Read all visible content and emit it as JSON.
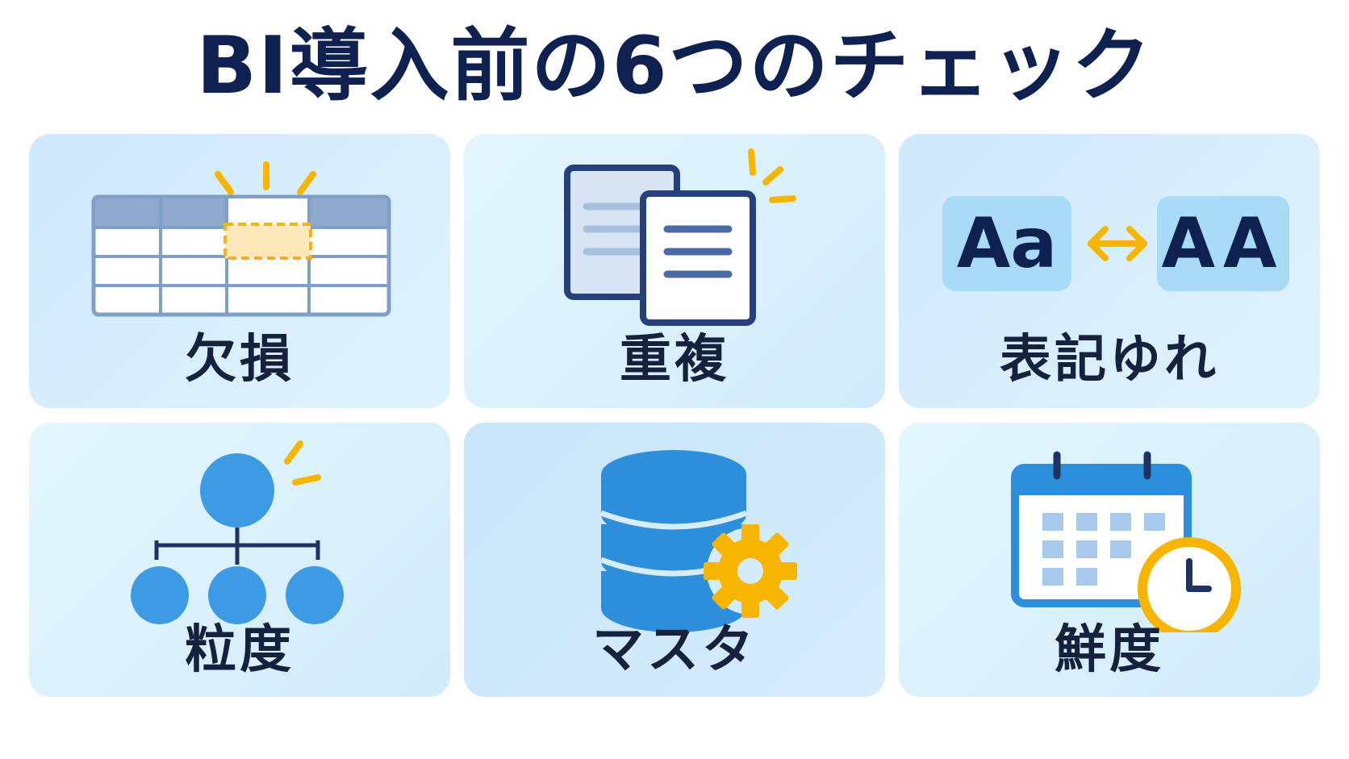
{
  "title": "BI導入前の6つのチェック",
  "cards": [
    {
      "label": "欠損",
      "icon": "missing-cell-table-icon"
    },
    {
      "label": "重複",
      "icon": "duplicate-documents-icon"
    },
    {
      "label": "表記ゆれ",
      "icon": "notation-variation-icon",
      "left_text": "Aa",
      "right_text": "AA"
    },
    {
      "label": "粒度",
      "icon": "hierarchy-tree-icon"
    },
    {
      "label": "マスタ",
      "icon": "database-gear-icon"
    },
    {
      "label": "鮮度",
      "icon": "calendar-clock-icon"
    }
  ],
  "colors": {
    "title": "#0f2150",
    "accent_yellow": "#f7b500",
    "primary_blue": "#2d8fdc",
    "navy": "#25407a"
  }
}
